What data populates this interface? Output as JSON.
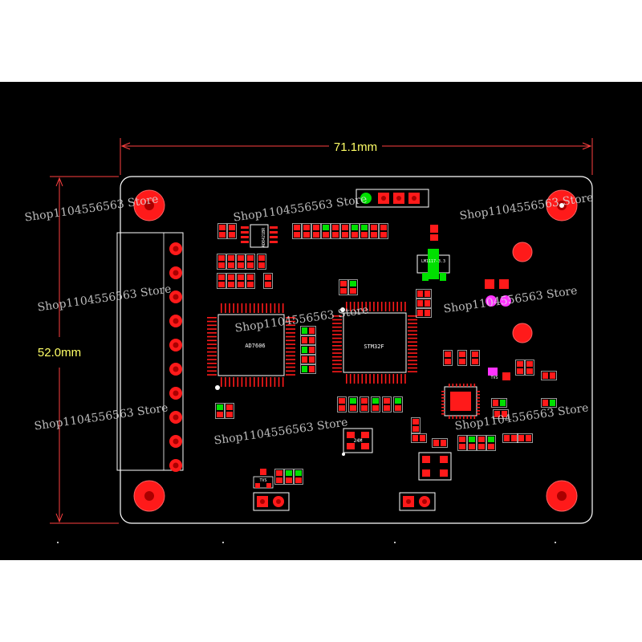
{
  "dimensions": {
    "width_label": "71.1mm",
    "height_label": "52.0mm"
  },
  "chips": {
    "adc": "AD7606",
    "mcu": "STM32F",
    "ldo": "LM1117-3.3",
    "crystal": "24M",
    "tvs_a": "TVS",
    "tvs_b": "TVS",
    "opamp": "AD8421BR"
  },
  "watermark": "Shop1104556563 Store",
  "colors": {
    "background": "#000000",
    "outline": "#ffffff",
    "pad": "#ff1a1a",
    "pad_green": "#00e000",
    "pad_magenta": "#ff33ff",
    "dimension": "#ff4040",
    "label_yellow": "#ffff66"
  }
}
